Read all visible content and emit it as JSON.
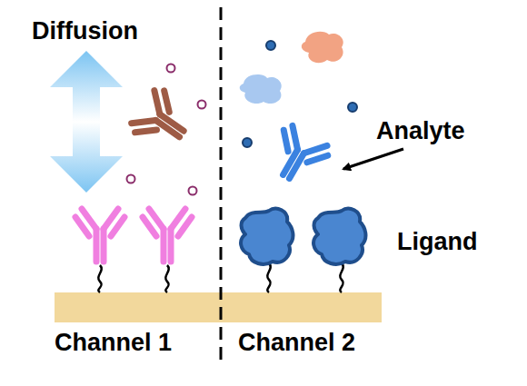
{
  "diagram": {
    "labels": [
      "Diffusion",
      "Analyte",
      "Ligand",
      "Channel 1",
      "Channel 2"
    ]
  }
}
